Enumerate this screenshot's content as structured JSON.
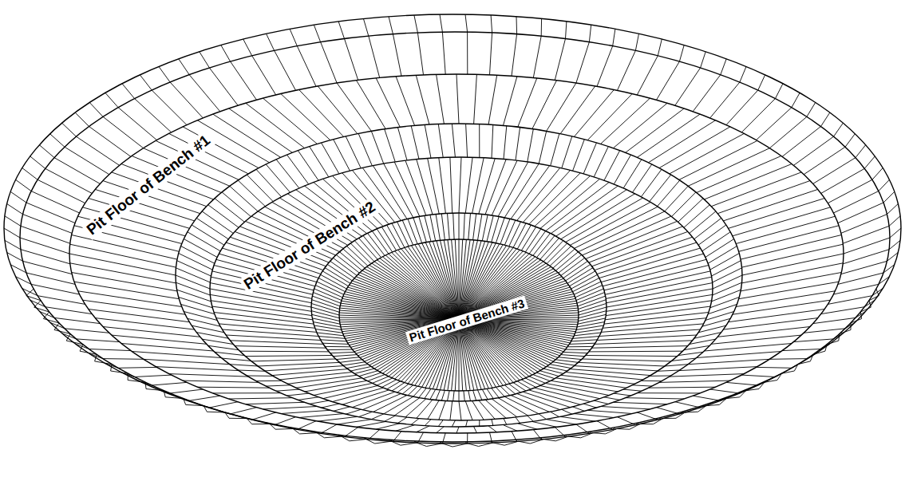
{
  "diagram": {
    "labels": [
      "Pit Floor of Bench #1",
      "Pit Floor of Bench #2",
      "Pit Floor of Bench #3"
    ]
  }
}
